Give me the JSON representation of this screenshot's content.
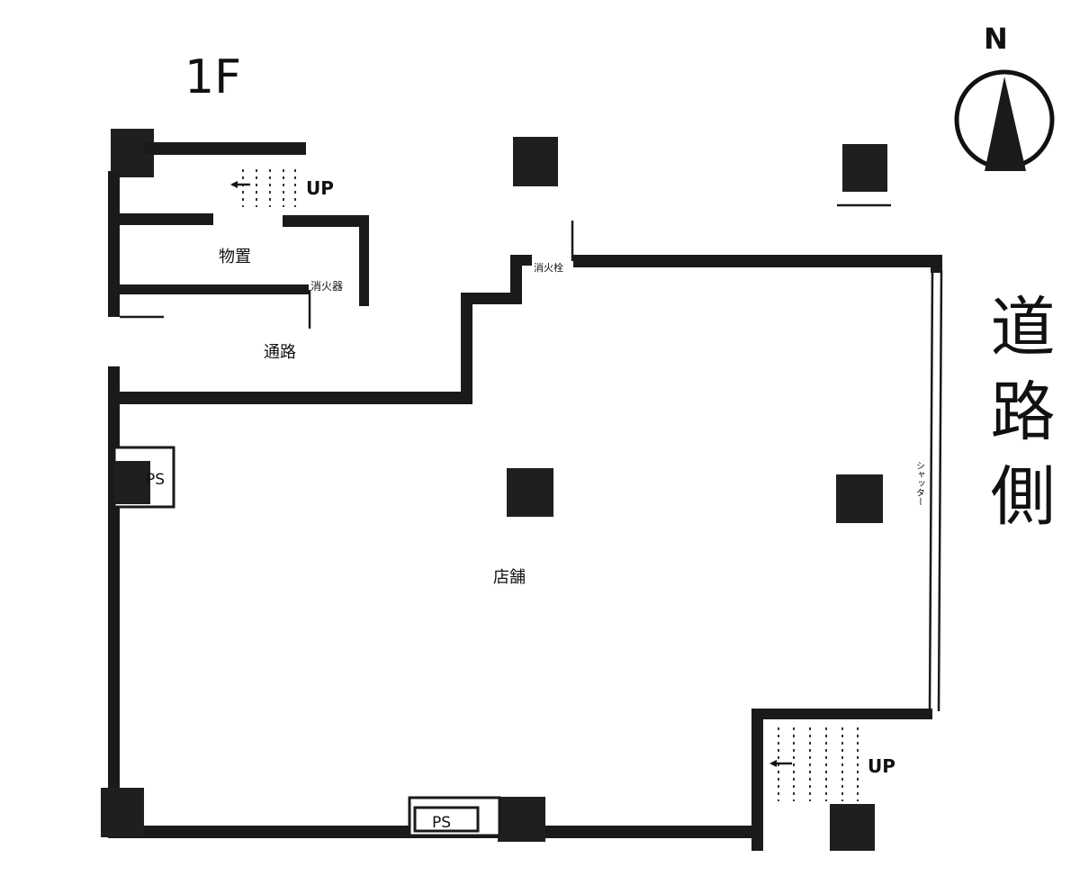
{
  "floor_label": "1F",
  "compass": {
    "letter": "N"
  },
  "rooms": {
    "store": "店舗",
    "storage": "物置",
    "passage": "通路",
    "fire_extinguisher": "消火器",
    "fire_hydrant": "消火栓"
  },
  "stairs": {
    "upper_label": "UP",
    "lower_label": "UP"
  },
  "ps": {
    "left_label": "PS",
    "bottom_label": "PS"
  },
  "road_side": "道路側",
  "east_window_label": "シャッター"
}
